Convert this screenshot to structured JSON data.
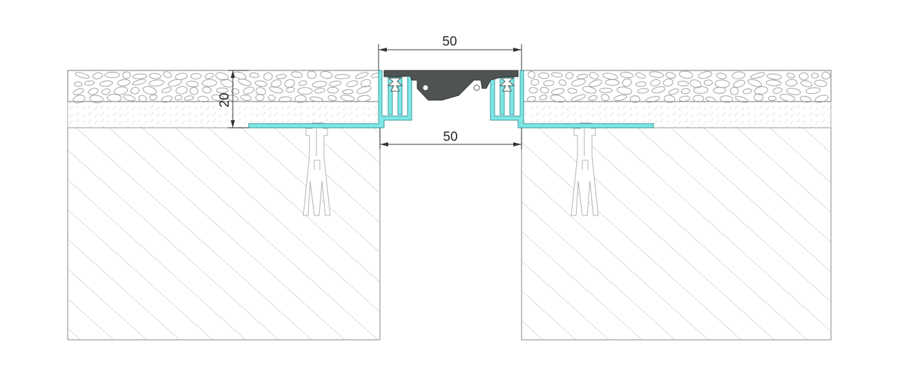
{
  "dimensions": {
    "top_width": "50",
    "bottom_width": "50",
    "height": "20"
  },
  "colors": {
    "aluminium": "#7fe6e6",
    "rubber_insert": "#4f5452",
    "outline": "#9a9a9a",
    "hatch": "#b8b8b8",
    "dimension_line": "#333333"
  }
}
